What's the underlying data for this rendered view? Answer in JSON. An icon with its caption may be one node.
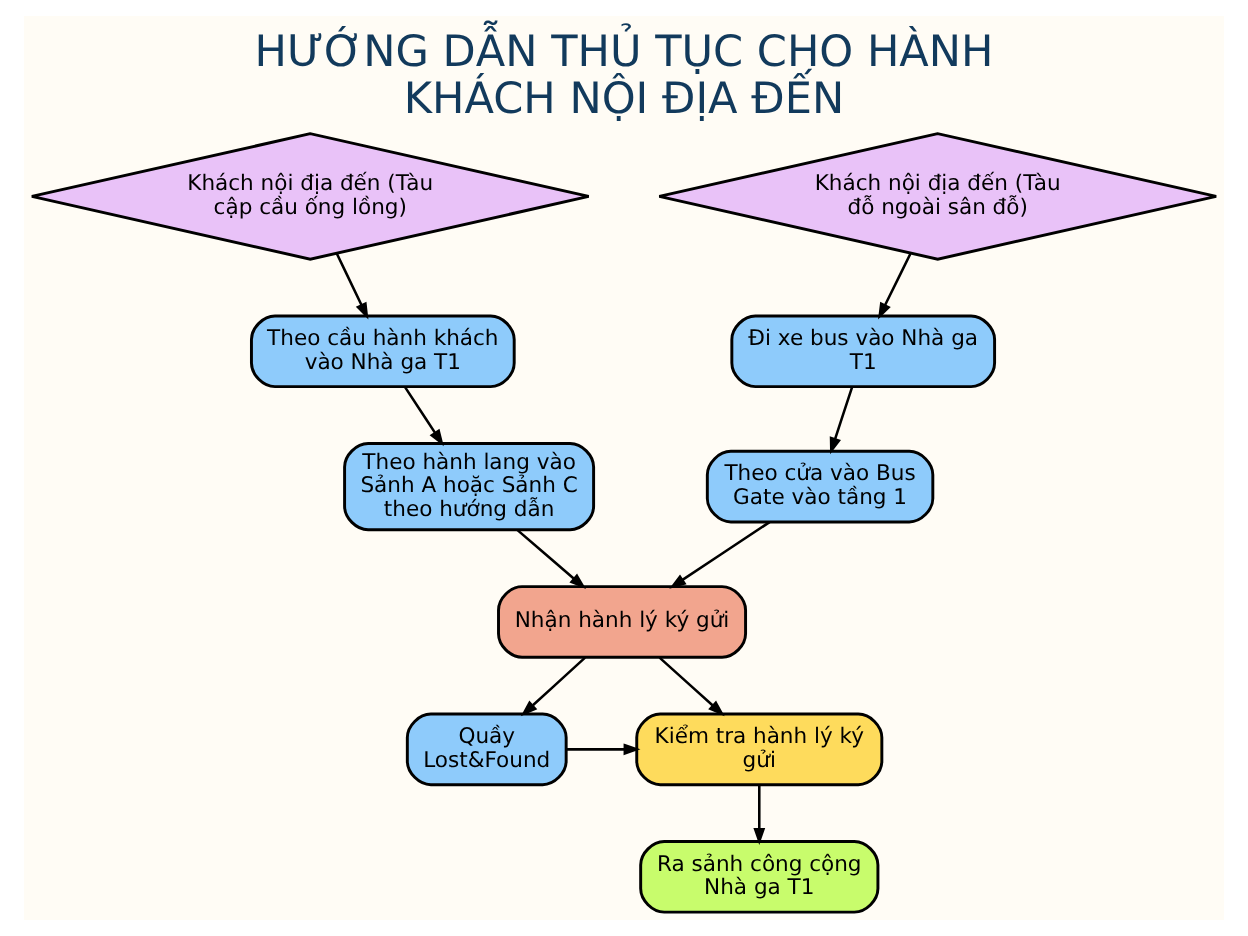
{
  "diagram": {
    "title": "HƯỚNG DẪN THỦ TỤC CHO HÀNH KHÁCH NỘI ĐỊA ĐẾN",
    "nodes": [
      {
        "text": [
          "Khách nội địa đến (Tàu cập cầu ống lồng)"
        ]
      },
      {
        "text": [
          "Khách nội địa đến (Tàu đỗ ngoài sân đỗ)"
        ]
      },
      {
        "text": [
          "Theo cầu hành khách vào Nhà ga T1"
        ]
      },
      {
        "text": [
          "Đi xe bus vào Nhà ga T1"
        ]
      },
      {
        "text": [
          "Theo hành lang vào Sảnh A hoặc Sảnh C theo hướng dẫn"
        ]
      },
      {
        "text": [
          "Theo cửa vào Bus Gate vào tầng 1"
        ]
      },
      {
        "text": [
          "Nhận hành lý ký gửi"
        ]
      },
      {
        "text": [
          "Quầy Lost&Found"
        ]
      },
      {
        "text": [
          "Kiểm tra hành lý ký gửi"
        ]
      },
      {
        "text": [
          "Ra sảnh công cộng Nhà ga T1"
        ]
      }
    ],
    "edges": [
      {
        "from": 0,
        "to": 2,
        "arrow": "to"
      },
      {
        "from": 1,
        "to": 3,
        "arrow": "to"
      },
      {
        "from": 2,
        "to": 4,
        "arrow": "to"
      },
      {
        "from": 3,
        "to": 5,
        "arrow": "to"
      },
      {
        "from": 4,
        "to": 6,
        "arrow": "to"
      },
      {
        "from": 5,
        "to": 6,
        "arrow": "to"
      },
      {
        "from": 6,
        "to": 8,
        "arrow": "to"
      },
      {
        "from": 6,
        "to": 7,
        "arrow": "to"
      },
      {
        "from": 7,
        "to": 8,
        "arrow": "to"
      },
      {
        "from": 8,
        "to": 9,
        "arrow": "to"
      }
    ]
  }
}
